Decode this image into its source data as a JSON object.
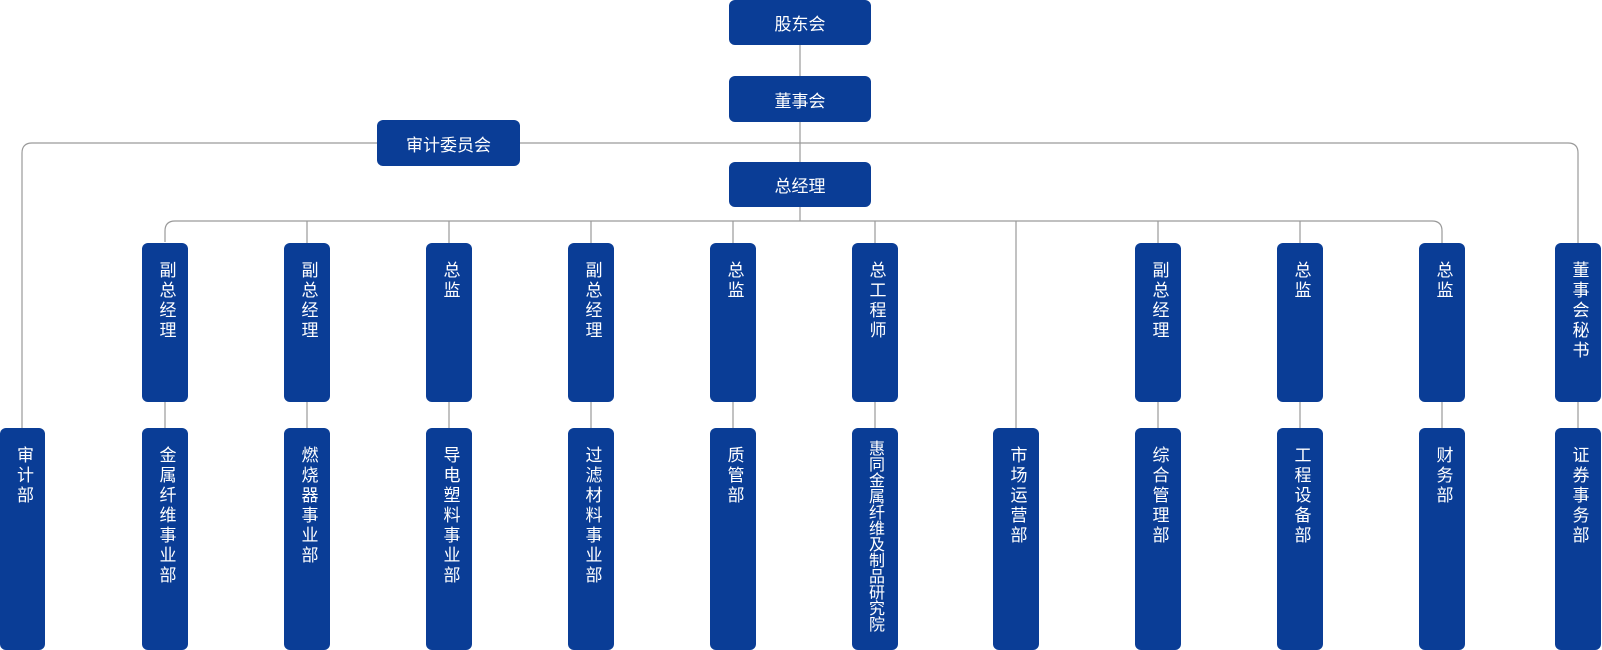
{
  "top": {
    "shareholders": "股东会",
    "board": "董事会",
    "audit_committee": "审计委员会",
    "general_manager": "总经理"
  },
  "managers": [
    "副总经理",
    "副总经理",
    "总监",
    "副总经理",
    "总监",
    "总工程师",
    "副总经理",
    "总监",
    "总监",
    "董事会秘书"
  ],
  "departments": [
    "审计部",
    "金属纤维事业部",
    "燃烧器事业部",
    "导电塑料事业部",
    "过滤材料事业部",
    "质管部",
    "惠同金属纤维及制品研究院",
    "市场运营部",
    "综合管理部",
    "工程设备部",
    "财务部",
    "证券事务部"
  ],
  "colors": {
    "box": "#0a3d96",
    "line": "#9a9a9a",
    "text": "#ffffff"
  }
}
